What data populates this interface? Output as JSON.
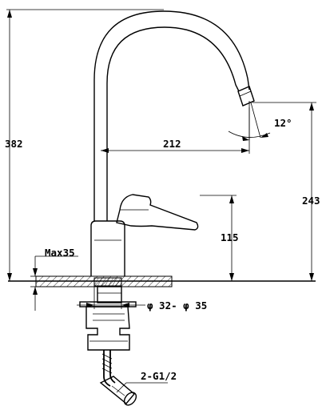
{
  "dimensions": {
    "total_height": "382",
    "spout_reach": "212",
    "spout_height": "243",
    "body_height": "115",
    "spout_angle": "12°",
    "max_deck_thickness": "Max35",
    "mounting_hole": "φ 32- φ 35",
    "hose_connection": "2-G1/2"
  }
}
